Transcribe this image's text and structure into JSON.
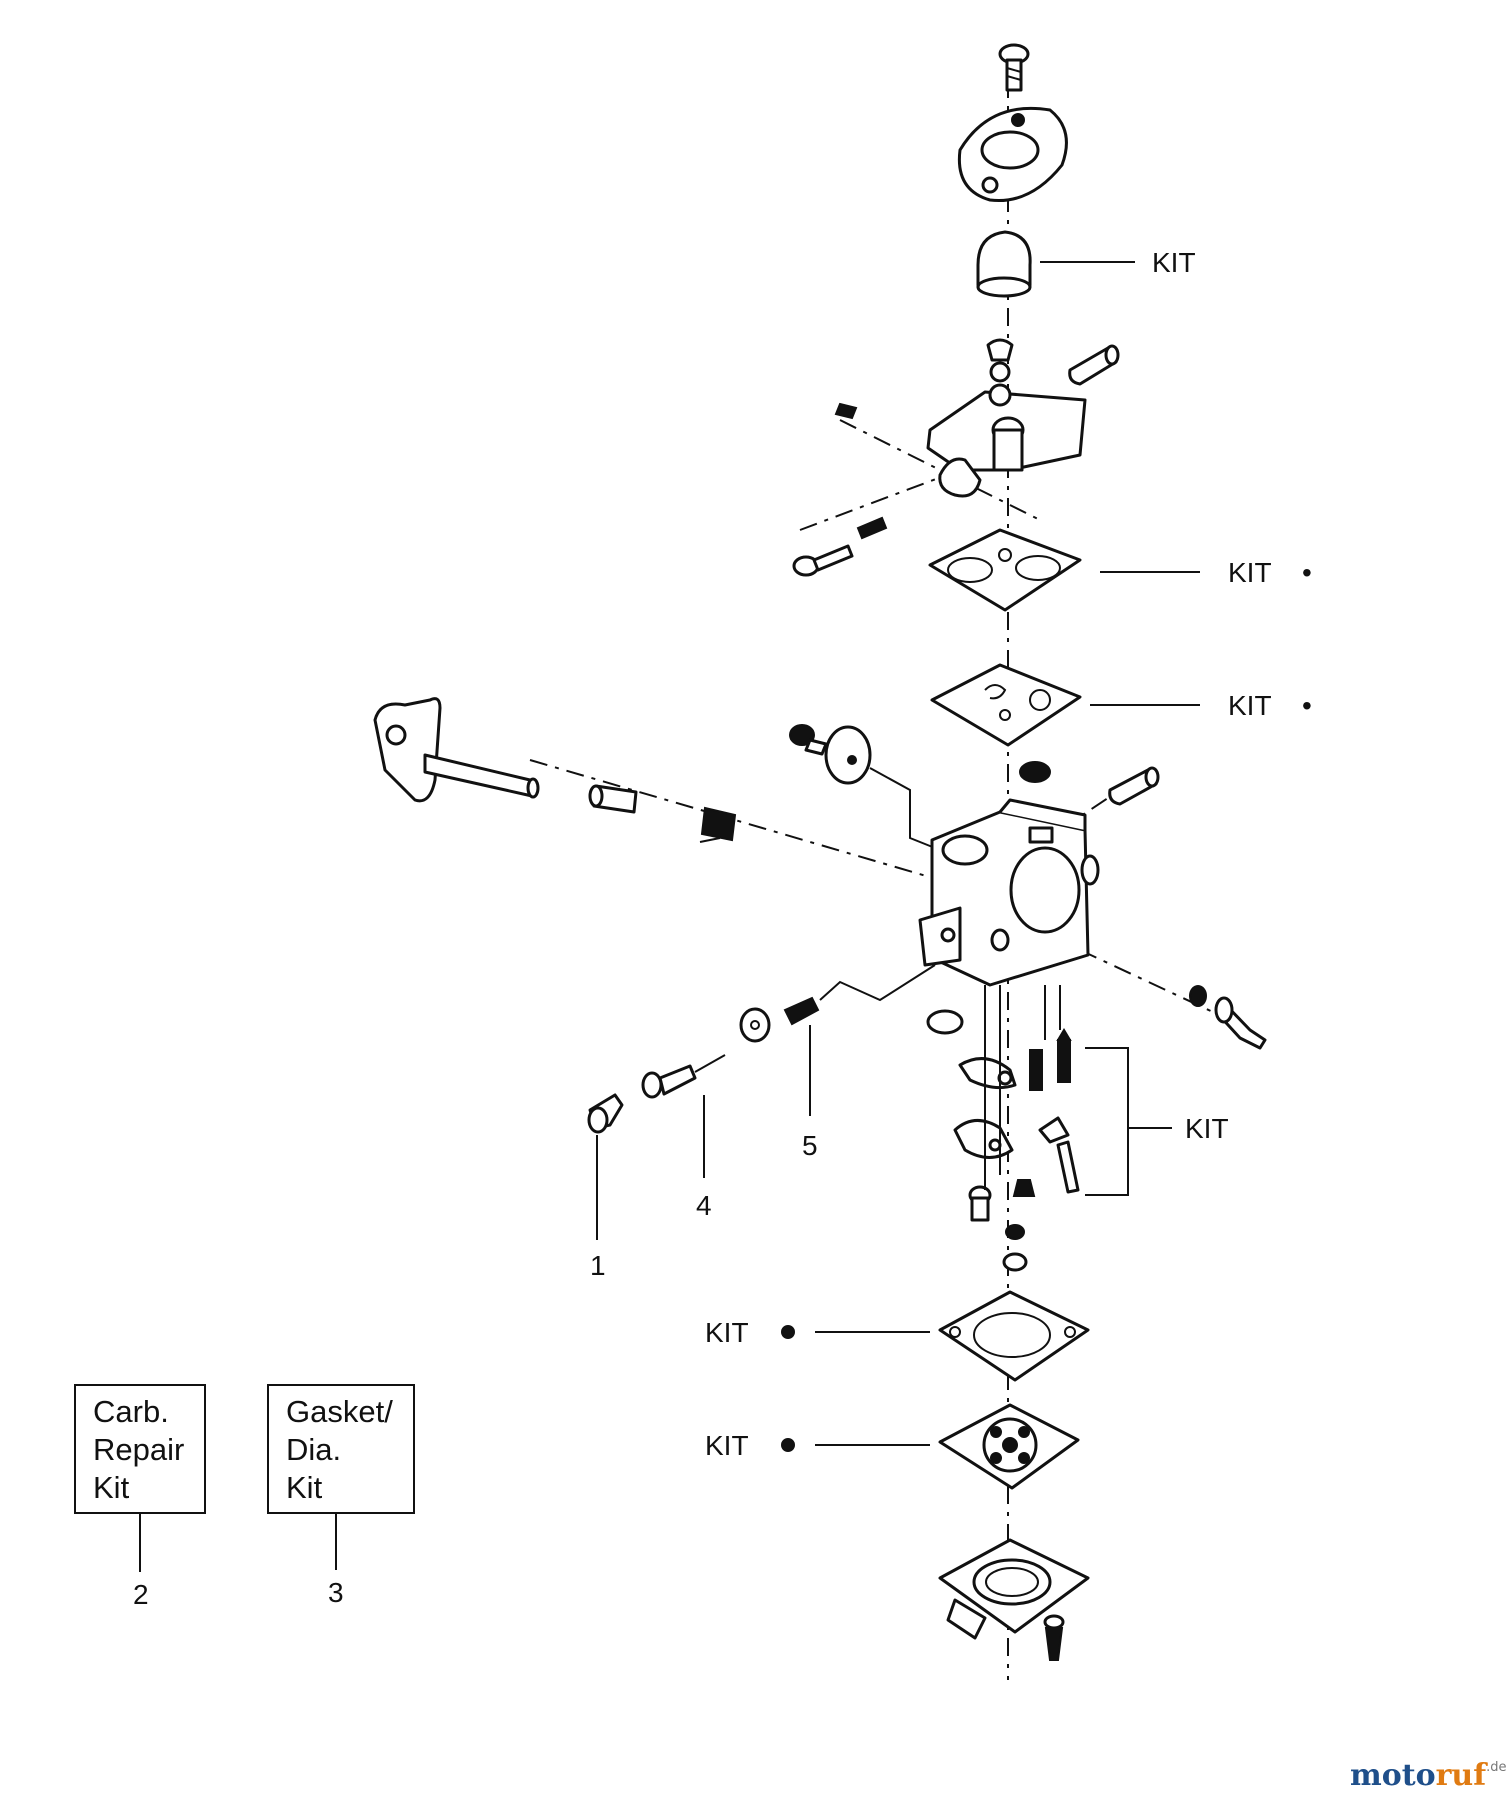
{
  "callouts": {
    "kit_primer": "KIT",
    "kit_gasket_top": "KIT",
    "kit_diaphragm_top": "KIT",
    "kit_needles": "KIT",
    "kit_gasket_bottom": "KIT",
    "kit_diaphragm_bottom": "KIT"
  },
  "bullet": "•",
  "part_numbers": {
    "n1": "1",
    "n4": "4",
    "n5": "5",
    "n2": "2",
    "n3": "3"
  },
  "kit_boxes": {
    "carb_repair": {
      "line1": "Carb.",
      "line2": "Repair",
      "line3": "Kit"
    },
    "gasket_dia": {
      "line1": "Gasket/",
      "line2": "Dia.",
      "line3": "Kit"
    }
  },
  "watermark": {
    "main_a": "moto",
    "main_b": "ruf",
    "suffix": ".de"
  },
  "colors": {
    "ink": "#111111",
    "watermark_blue": "#1f4f8a",
    "watermark_orange": "#e07b12"
  }
}
